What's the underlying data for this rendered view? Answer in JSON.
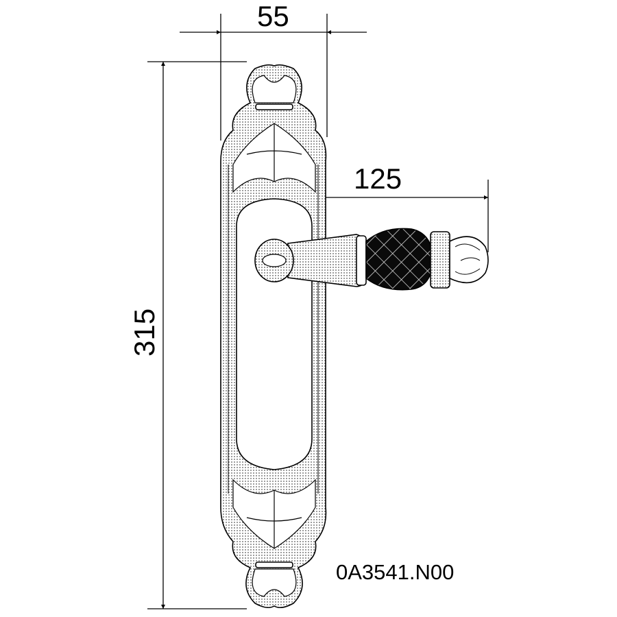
{
  "dimensions": {
    "plate_width": "55",
    "plate_height": "315",
    "handle_projection": "125"
  },
  "product_code": "0A3541.N00",
  "colors": {
    "line": "#000000",
    "grip": "#0a0a0a",
    "background": "#ffffff"
  }
}
